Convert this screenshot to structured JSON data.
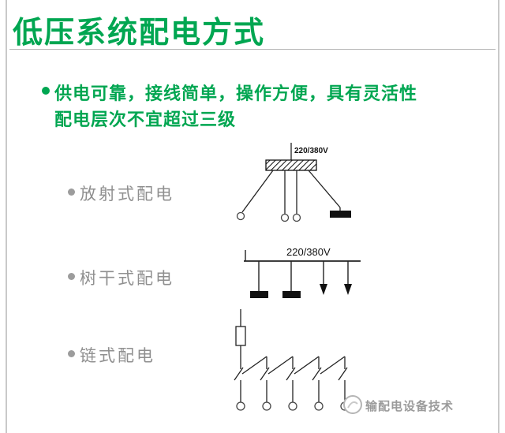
{
  "page": {
    "title": "低压系统配电方式",
    "bullet": {
      "line1": "供电可靠，接线简单，操作方便，具有灵活性",
      "line2": "配电层次不宜超过三级"
    },
    "items": [
      {
        "label": "放射式配电",
        "voltage": "220/380V"
      },
      {
        "label": "树干式配电",
        "voltage": "220/380V"
      },
      {
        "label": "链式配电"
      }
    ],
    "footer": {
      "brand": "输配电设备技术"
    },
    "colors": {
      "accent_green": "#00a651",
      "label_gray": "#8f8f8f",
      "footer_gray": "#9b9b9b",
      "line_black": "#1a1a1a"
    }
  }
}
